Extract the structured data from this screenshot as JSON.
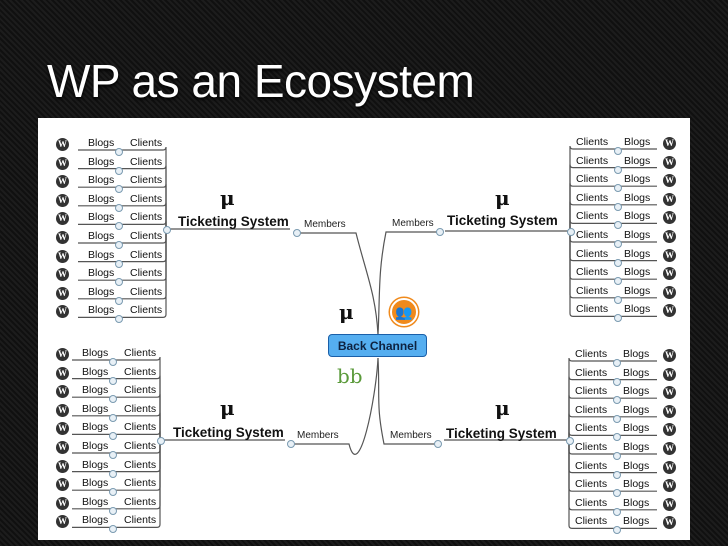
{
  "slide": {
    "title": "WP as an Ecosystem"
  },
  "diagram": {
    "center": {
      "label": "Back Channel",
      "mu": "μ",
      "bb": "bb",
      "icon": "buddypress-group-icon"
    },
    "branches": [
      {
        "id": "top-left",
        "mu": "μ",
        "system": "Ticketing System",
        "members": "Members",
        "rows": [
          {
            "blogs": "Blogs",
            "clients": "Clients"
          },
          {
            "blogs": "Blogs",
            "clients": "Clients"
          },
          {
            "blogs": "Blogs",
            "clients": "Clients"
          },
          {
            "blogs": "Blogs",
            "clients": "Clients"
          },
          {
            "blogs": "Blogs",
            "clients": "Clients"
          },
          {
            "blogs": "Blogs",
            "clients": "Clients"
          },
          {
            "blogs": "Blogs",
            "clients": "Clients"
          },
          {
            "blogs": "Blogs",
            "clients": "Clients"
          },
          {
            "blogs": "Blogs",
            "clients": "Clients"
          },
          {
            "blogs": "Blogs",
            "clients": "Clients"
          }
        ]
      },
      {
        "id": "top-right",
        "mu": "μ",
        "system": "Ticketing System",
        "members": "Members",
        "rows": [
          {
            "blogs": "Blogs",
            "clients": "Clients"
          },
          {
            "blogs": "Blogs",
            "clients": "Clients"
          },
          {
            "blogs": "Blogs",
            "clients": "Clients"
          },
          {
            "blogs": "Blogs",
            "clients": "Clients"
          },
          {
            "blogs": "Blogs",
            "clients": "Clients"
          },
          {
            "blogs": "Blogs",
            "clients": "Clients"
          },
          {
            "blogs": "Blogs",
            "clients": "Clients"
          },
          {
            "blogs": "Blogs",
            "clients": "Clients"
          },
          {
            "blogs": "Blogs",
            "clients": "Clients"
          },
          {
            "blogs": "Blogs",
            "clients": "Clients"
          }
        ]
      },
      {
        "id": "bottom-left",
        "mu": "μ",
        "system": "Ticketing System",
        "members": "Members",
        "rows": [
          {
            "blogs": "Blogs",
            "clients": "Clients"
          },
          {
            "blogs": "Blogs",
            "clients": "Clients"
          },
          {
            "blogs": "Blogs",
            "clients": "Clients"
          },
          {
            "blogs": "Blogs",
            "clients": "Clients"
          },
          {
            "blogs": "Blogs",
            "clients": "Clients"
          },
          {
            "blogs": "Blogs",
            "clients": "Clients"
          },
          {
            "blogs": "Blogs",
            "clients": "Clients"
          },
          {
            "blogs": "Blogs",
            "clients": "Clients"
          },
          {
            "blogs": "Blogs",
            "clients": "Clients"
          },
          {
            "blogs": "Blogs",
            "clients": "Clients"
          }
        ]
      },
      {
        "id": "bottom-right",
        "mu": "μ",
        "system": "Ticketing System",
        "members": "Members",
        "rows": [
          {
            "blogs": "Blogs",
            "clients": "Clients"
          },
          {
            "blogs": "Blogs",
            "clients": "Clients"
          },
          {
            "blogs": "Blogs",
            "clients": "Clients"
          },
          {
            "blogs": "Blogs",
            "clients": "Clients"
          },
          {
            "blogs": "Blogs",
            "clients": "Clients"
          },
          {
            "blogs": "Blogs",
            "clients": "Clients"
          },
          {
            "blogs": "Blogs",
            "clients": "Clients"
          },
          {
            "blogs": "Blogs",
            "clients": "Clients"
          },
          {
            "blogs": "Blogs",
            "clients": "Clients"
          },
          {
            "blogs": "Blogs",
            "clients": "Clients"
          }
        ]
      }
    ],
    "wp_glyph": "W"
  }
}
